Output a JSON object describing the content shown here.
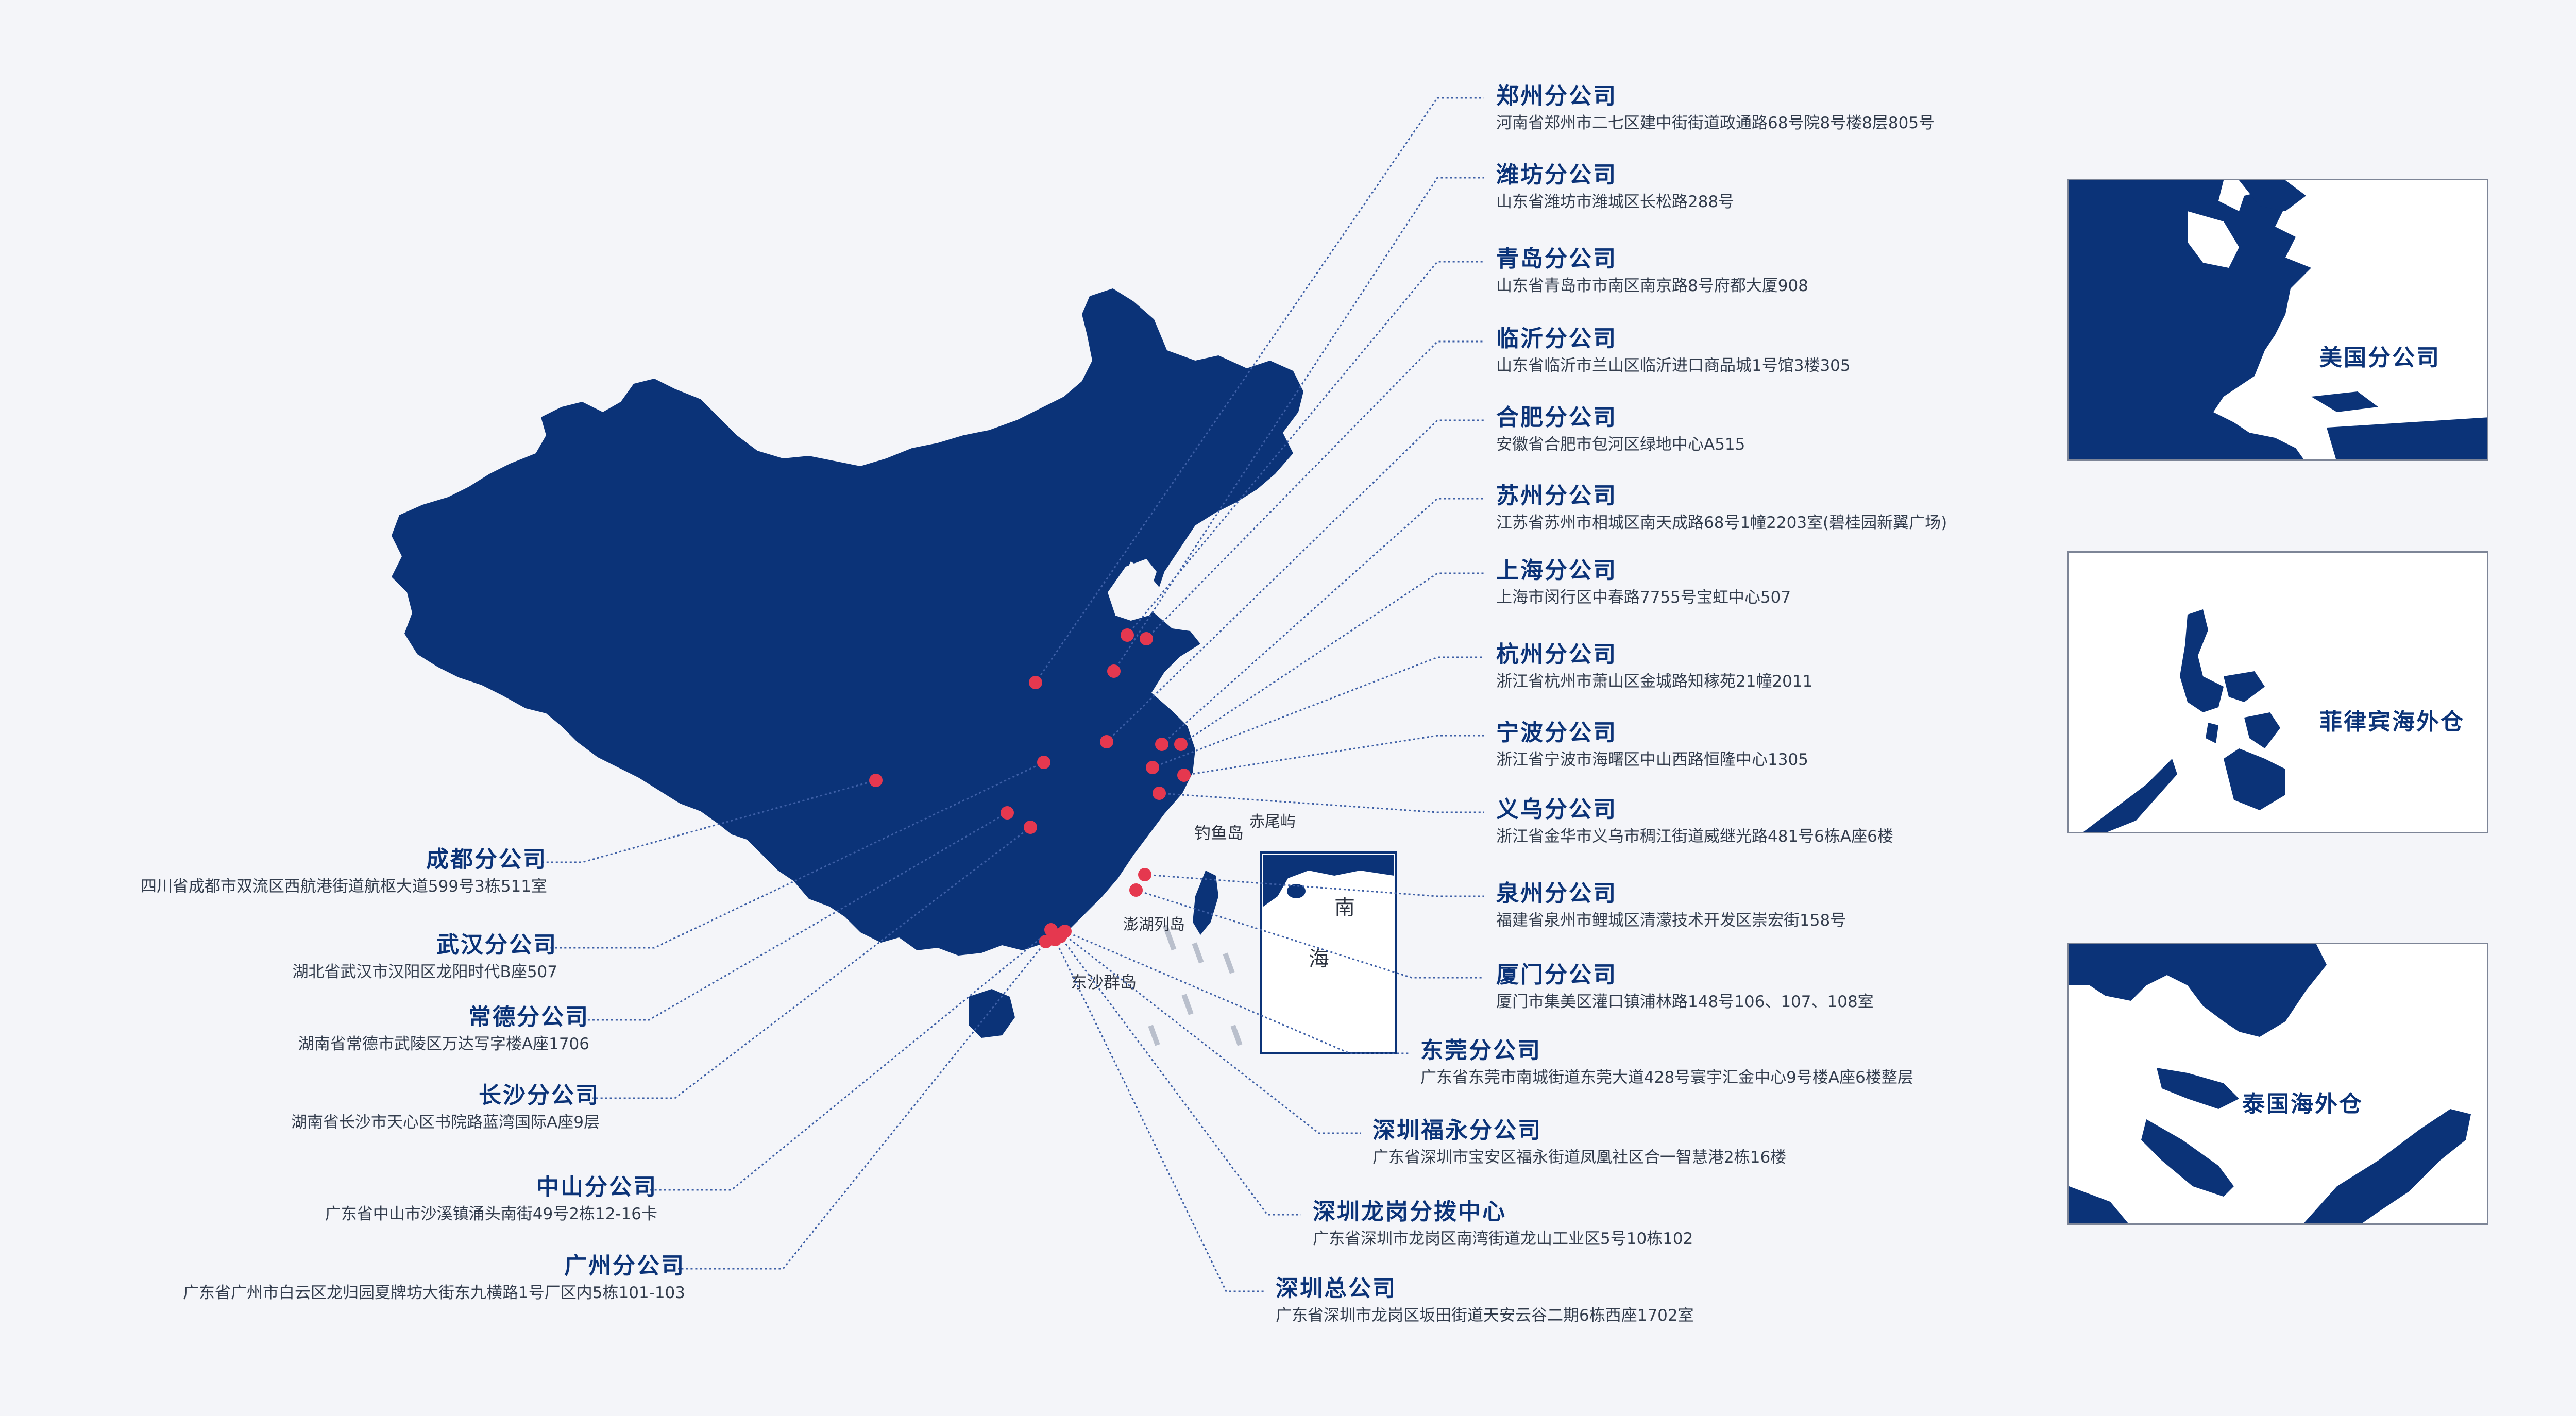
{
  "offices_right": [
    {
      "name": "郑州分公司",
      "address": "河南省郑州市二七区建中街街道政通路68号院8号楼8层805号"
    },
    {
      "name": "潍坊分公司",
      "address": "山东省潍坊市潍城区长松路288号"
    },
    {
      "name": "青岛分公司",
      "address": "山东省青岛市市南区南京路8号府都大厦908"
    },
    {
      "name": "临沂分公司",
      "address": "山东省临沂市兰山区临沂进口商品城1号馆3楼305"
    },
    {
      "name": "合肥分公司",
      "address": "安徽省合肥市包河区绿地中心A515"
    },
    {
      "name": "苏州分公司",
      "address": "江苏省苏州市相城区南天成路68号1幢2203室(碧桂园新翼广场)"
    },
    {
      "name": "上海分公司",
      "address": "上海市闵行区中春路7755号宝虹中心507"
    },
    {
      "name": "杭州分公司",
      "address": "浙江省杭州市萧山区金城路知稼苑21幢2011"
    },
    {
      "name": "宁波分公司",
      "address": "浙江省宁波市海曙区中山西路恒隆中心1305"
    },
    {
      "name": "义乌分公司",
      "address": "浙江省金华市义乌市稠江街道威继光路481号6栋A座6楼"
    },
    {
      "name": "泉州分公司",
      "address": "福建省泉州市鲤城区清濛技术开发区崇宏街158号"
    },
    {
      "name": "厦门分公司",
      "address": "厦门市集美区灌口镇浦林路148号106、107、108室"
    },
    {
      "name": "东莞分公司",
      "address": "广东省东莞市南城街道东莞大道428号寰宇汇金中心9号楼A座6楼整层"
    },
    {
      "name": "深圳福永分公司",
      "address": "广东省深圳市宝安区福永街道凤凰社区合一智慧港2栋16楼"
    },
    {
      "name": "深圳龙岗分拨中心",
      "address": "广东省深圳市龙岗区南湾街道龙山工业区5号10栋102"
    },
    {
      "name": "深圳总公司",
      "address": "广东省深圳市龙岗区坂田街道天安云谷二期6栋西座1702室"
    }
  ],
  "offices_left": [
    {
      "name": "成都分公司",
      "address": "四川省成都市双流区西航港街道航枢大道599号3栋511室"
    },
    {
      "name": "武汉分公司",
      "address": "湖北省武汉市汉阳区龙阳时代B座507"
    },
    {
      "name": "常德分公司",
      "address": "湖南省常德市武陵区万达写字楼A座1706"
    },
    {
      "name": "长沙分公司",
      "address": "湖南省长沙市天心区书院路蓝湾国际A座9层"
    },
    {
      "name": "中山分公司",
      "address": "广东省中山市沙溪镇涌头南街49号2栋12-16卡"
    },
    {
      "name": "广州分公司",
      "address": "广东省广州市白云区龙归园夏牌坊大街东九横路1号厂区内5栋101-103"
    }
  ],
  "overseas": [
    {
      "name": "美国分公司"
    },
    {
      "name": "菲律宾海外仓"
    },
    {
      "name": "泰国海外仓"
    }
  ],
  "map_labels": {
    "diaoyu": "钓鱼岛",
    "chiwei": "赤尾屿",
    "penghu": "澎湖列岛",
    "dongsha": "东沙群岛",
    "nan": "南",
    "hai": "海"
  },
  "colors": {
    "map_fill": "#0b3378",
    "marker": "#e5384f",
    "leader_line": "#3d5fa6",
    "background": "#f4f5f9"
  }
}
